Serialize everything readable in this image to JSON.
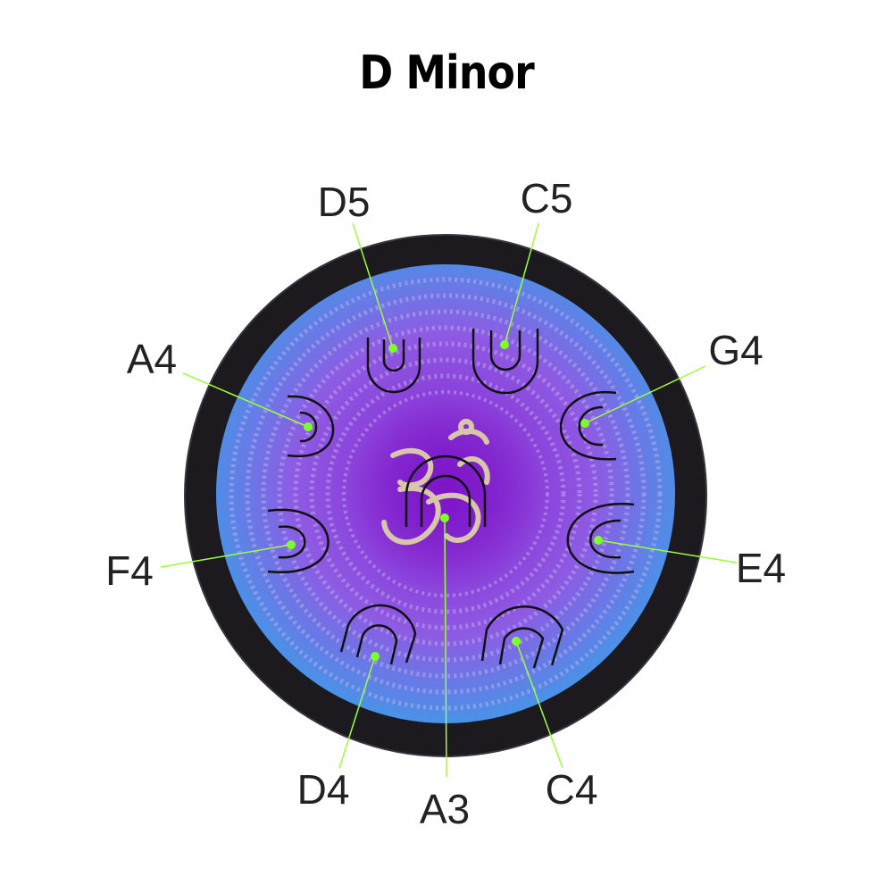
{
  "title": "D Minor",
  "colors": {
    "rim": "#1c1a1f",
    "pointer": "#9dff3a",
    "dot": "#7cff2a",
    "label": "#222222",
    "gradient_center": "#6a1fb8",
    "gradient_mid": "#8a4fe0",
    "gradient_edge": "#3f8fe6"
  },
  "notes": [
    {
      "id": "d5",
      "label": "D5"
    },
    {
      "id": "c5",
      "label": "C5"
    },
    {
      "id": "a4",
      "label": "A4"
    },
    {
      "id": "g4",
      "label": "G4"
    },
    {
      "id": "f4",
      "label": "F4"
    },
    {
      "id": "e4",
      "label": "E4"
    },
    {
      "id": "d4",
      "label": "D4"
    },
    {
      "id": "a3",
      "label": "A3"
    },
    {
      "id": "c4",
      "label": "C4"
    }
  ],
  "center_symbol": "om-symbol"
}
